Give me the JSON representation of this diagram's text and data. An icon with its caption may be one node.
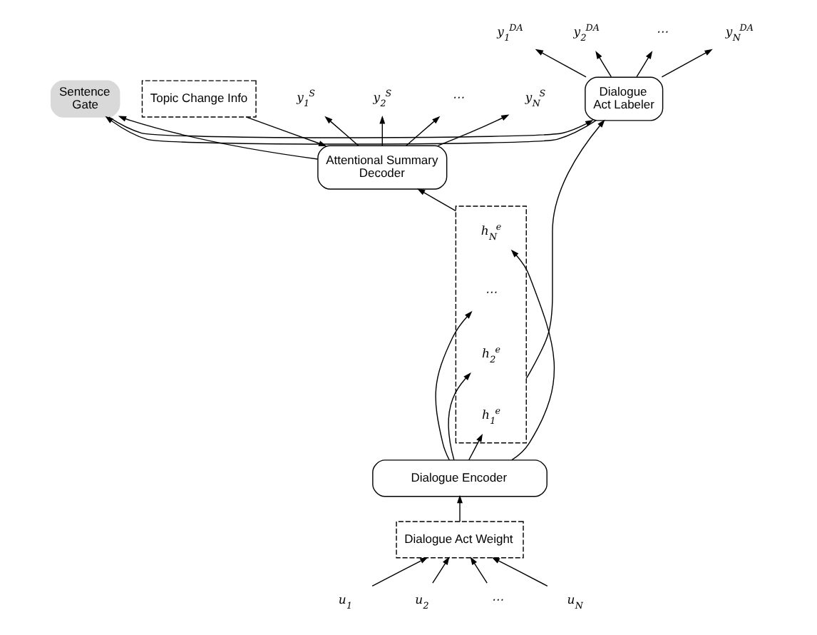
{
  "diagram": {
    "nodes": [
      {
        "text": [
          "Topic Change Info"
        ]
      },
      {
        "text": [
          "y$_{1}$$^{DA}$"
        ]
      },
      {
        "text": [
          "y$_{2}$$^{DA}$"
        ]
      },
      {
        "text": [
          "⋯"
        ]
      },
      {
        "text": [
          "y$_{N}$$^{DA}$"
        ]
      },
      {
        "text": [
          "y$_{1}$$^{S}$"
        ]
      },
      {
        "text": [
          "y$_{2}$$^{S}$"
        ]
      },
      {
        "text": [
          "⋯"
        ]
      },
      {
        "text": [
          "y$_{N}$$^{S}$"
        ]
      },
      {
        "text": [
          "Dialogue Act Labeler"
        ]
      },
      {
        "text": [
          "Sentence Gate"
        ]
      },
      {
        "text": [
          "Attentional Summary Decoder"
        ]
      },
      {
        "text": [],
        "shape": "box"
      },
      {
        "text": [
          "h$_{1}$$^{e}$"
        ],
        "in": 12
      },
      {
        "text": [
          "h$_{2}$$^{e}$"
        ],
        "in": 12
      },
      {
        "text": [
          "⋯"
        ],
        "in": 12
      },
      {
        "text": [
          "h$_{N}$$^{e}$"
        ],
        "in": 12
      },
      {
        "text": [
          "Dialogue Encoder"
        ]
      },
      {
        "text": [
          "Dialogue Act Weight"
        ]
      },
      {
        "text": [
          "u$_{1}$"
        ]
      },
      {
        "text": [
          "u$_{2}$"
        ]
      },
      {
        "text": [
          "⋯"
        ]
      },
      {
        "text": [
          "u$_{N}$"
        ]
      }
    ],
    "edges": [
      {
        "from": 9,
        "to": 1,
        "arrow": "to"
      },
      {
        "from": 9,
        "to": 2,
        "arrow": "to"
      },
      {
        "from": 9,
        "to": 3,
        "arrow": "to"
      },
      {
        "from": 9,
        "to": 4,
        "arrow": "to"
      },
      {
        "from": 11,
        "to": 5,
        "arrow": "to"
      },
      {
        "from": 11,
        "to": 6,
        "arrow": "to"
      },
      {
        "from": 11,
        "to": 7,
        "arrow": "to"
      },
      {
        "from": 11,
        "to": 8,
        "arrow": "to"
      },
      {
        "from": 0,
        "to": 11,
        "arrow": "to"
      },
      {
        "from": 10,
        "to": 9,
        "arrow": "to"
      },
      {
        "from": 9,
        "to": 10,
        "arrow": "to"
      },
      {
        "from": 11,
        "to": 10,
        "arrow": "to"
      },
      {
        "from": 12,
        "to": 9,
        "arrow": "to"
      },
      {
        "from": 12,
        "to": 11,
        "arrow": "to"
      },
      {
        "from": 17,
        "to": 13,
        "arrow": "to"
      },
      {
        "from": 17,
        "to": 14,
        "arrow": "to"
      },
      {
        "from": 17,
        "to": 15,
        "arrow": "to"
      },
      {
        "from": 17,
        "to": 16,
        "arrow": "to"
      },
      {
        "from": 18,
        "to": 17,
        "arrow": "to"
      },
      {
        "from": 19,
        "to": 18,
        "arrow": "to"
      },
      {
        "from": 20,
        "to": 18,
        "arrow": "to"
      },
      {
        "from": 21,
        "to": 18,
        "arrow": "to"
      },
      {
        "from": 22,
        "to": 18,
        "arrow": "to"
      }
    ]
  }
}
